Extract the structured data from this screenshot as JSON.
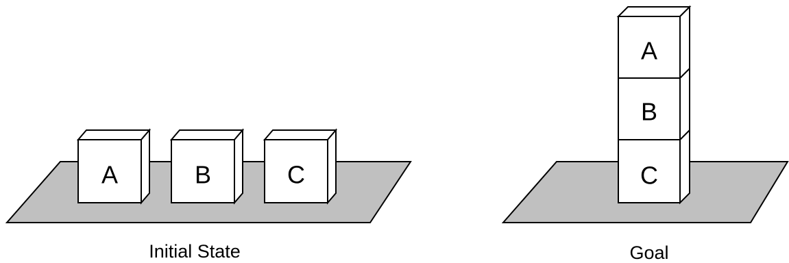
{
  "initial_state": {
    "caption": "Initial State",
    "blocks": [
      "A",
      "B",
      "C"
    ]
  },
  "goal": {
    "caption": "Goal",
    "stack_top_to_bottom": [
      "A",
      "B",
      "C"
    ]
  },
  "colors": {
    "table": "#c0c0c0",
    "block": "#ffffff",
    "outline": "#000000"
  }
}
